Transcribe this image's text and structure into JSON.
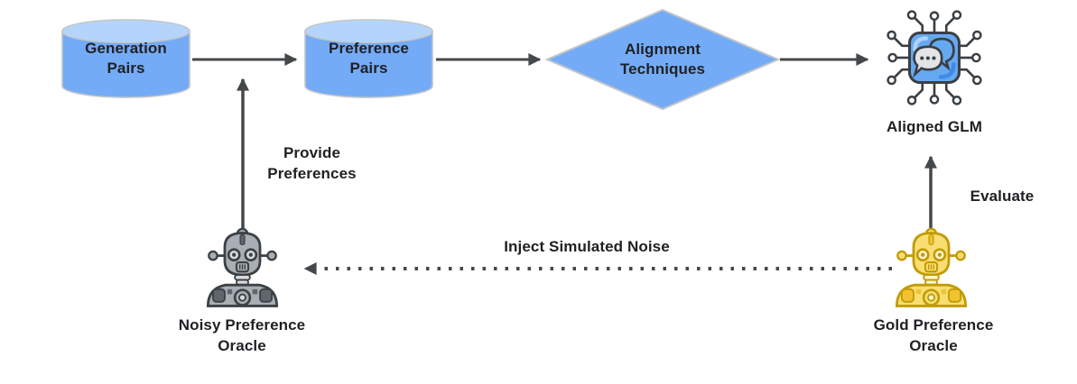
{
  "nodes": {
    "generation_pairs": {
      "label": "Generation\nPairs",
      "shape": "cylinder"
    },
    "preference_pairs": {
      "label": "Preference\nPairs",
      "shape": "cylinder"
    },
    "alignment_techniques": {
      "label": "Alignment\nTechniques",
      "shape": "diamond"
    },
    "aligned_glm": {
      "label": "Aligned GLM",
      "icon": "chip-chat-icon"
    },
    "noisy_oracle": {
      "label": "Noisy Preference\nOracle",
      "icon": "robot-icon"
    },
    "gold_oracle": {
      "label": "Gold Preference\nOracle",
      "icon": "robot-icon"
    }
  },
  "edges": {
    "provide_preferences": {
      "label": "Provide\nPreferences",
      "from": "noisy_oracle",
      "to": "preference_pairs",
      "style": "solid"
    },
    "inject_noise": {
      "label": "Inject Simulated Noise",
      "from": "gold_oracle",
      "to": "noisy_oracle",
      "style": "dotted"
    },
    "evaluate": {
      "label": "Evaluate",
      "from": "gold_oracle",
      "to": "aligned_glm",
      "style": "solid"
    },
    "generation_to_preference": {
      "label": "",
      "from": "generation_pairs",
      "to": "preference_pairs",
      "style": "solid"
    },
    "preference_to_alignment": {
      "label": "",
      "from": "preference_pairs",
      "to": "alignment_techniques",
      "style": "solid"
    },
    "alignment_to_glm": {
      "label": "",
      "from": "alignment_techniques",
      "to": "aligned_glm",
      "style": "solid"
    }
  },
  "colors": {
    "shape_fill": "#74ABF7",
    "shape_fill_light": "#B5D4FB",
    "shape_border": "#C4C7CA",
    "arrow": "#45484B",
    "text": "#202124",
    "noisy_oracle_color": "#A8AEB4",
    "gold_oracle_color": "#F0C330",
    "chip_fill": "#66A9F2"
  }
}
